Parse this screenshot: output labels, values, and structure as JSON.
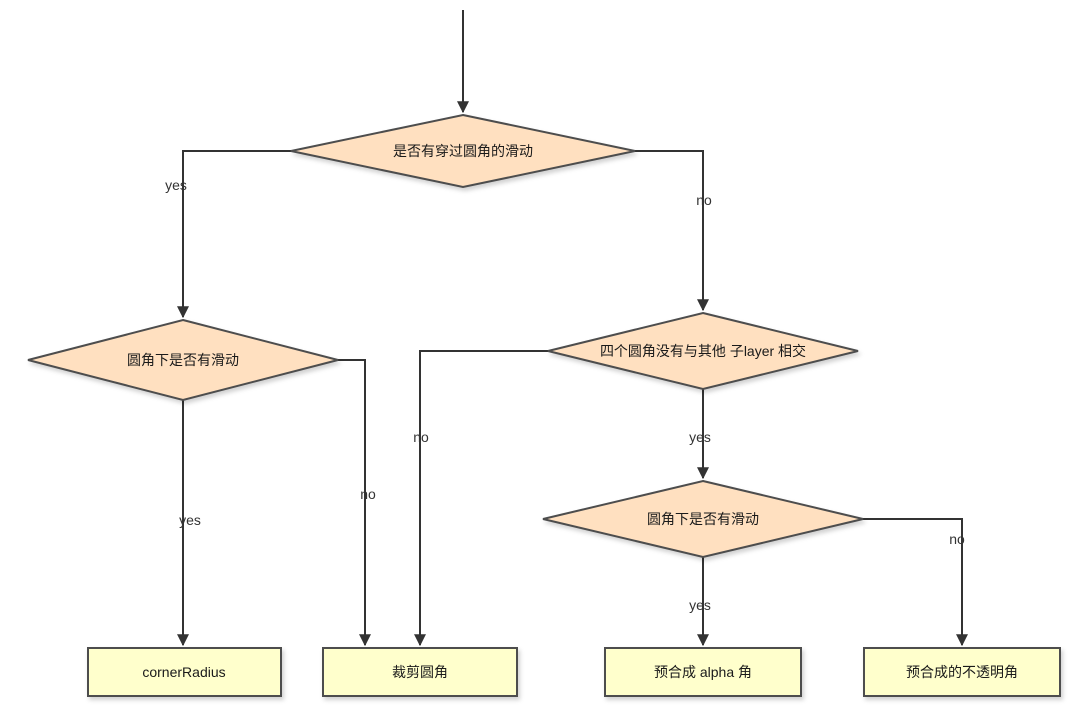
{
  "diagram": {
    "type": "flowchart",
    "nodes": {
      "start_decision": {
        "type": "decision",
        "label": "是否有穿过圆角的滑动"
      },
      "left_decision": {
        "type": "decision",
        "label": "圆角下是否有滑动"
      },
      "right_decision": {
        "type": "decision",
        "label": "四个圆角没有与其他 子layer 相交"
      },
      "lower_decision": {
        "type": "decision",
        "label": "圆角下是否有滑动"
      },
      "corner_radius": {
        "type": "process",
        "label": "cornerRadius"
      },
      "clip_corner": {
        "type": "process",
        "label": "裁剪圆角"
      },
      "precompose_alpha": {
        "type": "process",
        "label": "预合成 alpha 角"
      },
      "precompose_opaque": {
        "type": "process",
        "label": "预合成的不透明角"
      }
    },
    "edges": {
      "d1_yes": {
        "from": "start_decision",
        "to": "left_decision",
        "label": "yes"
      },
      "d1_no": {
        "from": "start_decision",
        "to": "right_decision",
        "label": "no"
      },
      "d2_yes": {
        "from": "left_decision",
        "to": "corner_radius",
        "label": "yes"
      },
      "d2_no": {
        "from": "left_decision",
        "to": "clip_corner",
        "label": "no"
      },
      "d3_no": {
        "from": "right_decision",
        "to": "clip_corner",
        "label": "no"
      },
      "d3_yes": {
        "from": "right_decision",
        "to": "lower_decision",
        "label": "yes"
      },
      "d4_yes": {
        "from": "lower_decision",
        "to": "precompose_alpha",
        "label": "yes"
      },
      "d4_no": {
        "from": "lower_decision",
        "to": "precompose_opaque",
        "label": "no"
      }
    },
    "colors": {
      "decision_fill": "#ffe0c0",
      "process_fill": "#ffffcc",
      "shape_stroke": "#4d4d4d",
      "line": "#333333",
      "text": "#1a1a1a"
    }
  }
}
